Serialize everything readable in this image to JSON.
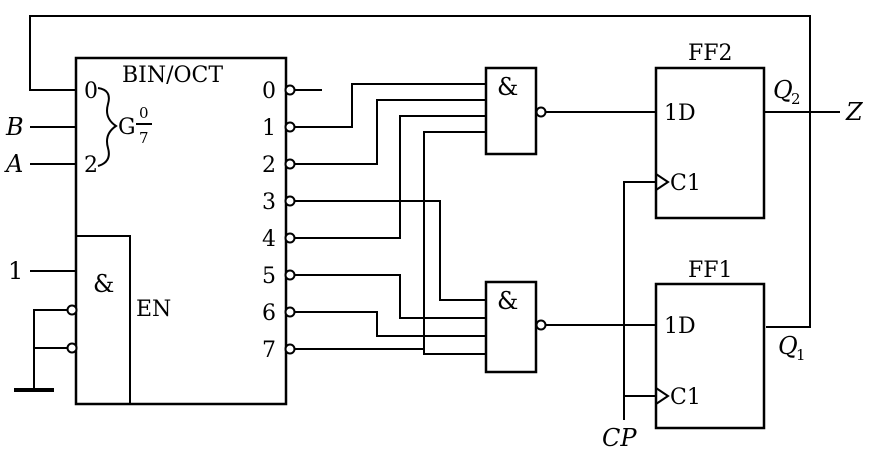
{
  "decoder": {
    "title": "BIN/OCT",
    "inputs": [
      "0",
      "2"
    ],
    "select_symbol": "G",
    "select_num": "0",
    "select_den": "7",
    "outputs": [
      "0",
      "1",
      "2",
      "3",
      "4",
      "5",
      "6",
      "7"
    ],
    "enable_label": "EN",
    "enable_gate": "&"
  },
  "gates": {
    "and_top": "&",
    "and_bottom": "&"
  },
  "flipflops": {
    "ff2": {
      "name": "FF2",
      "d": "1D",
      "clk": "C1"
    },
    "ff1": {
      "name": "FF1",
      "d": "1D",
      "clk": "C1"
    }
  },
  "signals": {
    "B": "B",
    "A": "A",
    "one": "1",
    "Z": "Z",
    "CP": "CP",
    "Q": "Q",
    "q2_sub": "2",
    "q1_sub": "1"
  }
}
